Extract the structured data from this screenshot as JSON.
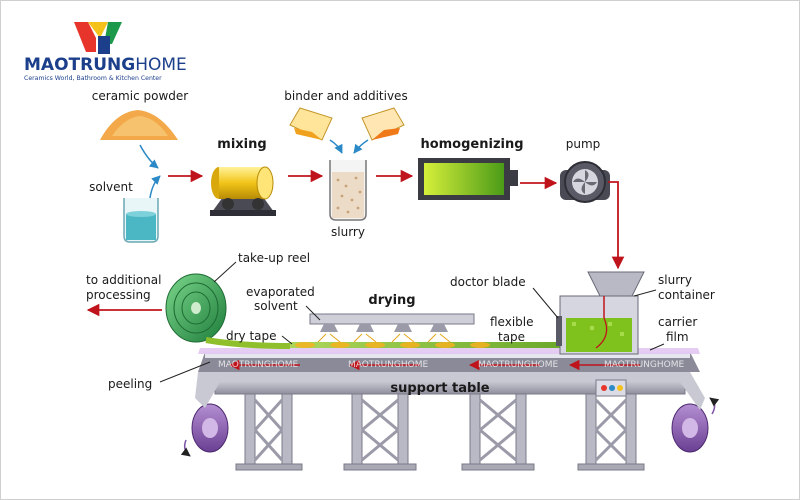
{
  "logo": {
    "brand_bold": "MAOTRUNG",
    "brand_light": "HOME",
    "tagline": "Ceramics World, Bathroom & Kitchen Center",
    "colors": [
      "#e8352b",
      "#f4c21b",
      "#1c9a4a",
      "#1c3f8c"
    ]
  },
  "labels": {
    "ceramic_powder": "ceramic powder",
    "solvent": "solvent",
    "mixing": "mixing",
    "binder": "binder and additives",
    "slurry": "slurry",
    "homogenizing": "homogenizing",
    "pump": "pump",
    "to_additional_line1": "to additional",
    "to_additional_line2": "processing",
    "take_up_reel": "take-up reel",
    "evaporated_line1": "evaporated",
    "evaporated_line2": "solvent",
    "drying": "drying",
    "doctor_blade": "doctor blade",
    "slurry_container_line1": "slurry",
    "slurry_container_line2": "container",
    "dry_tape": "dry tape",
    "flexible_line1": "flexible",
    "flexible_line2": "tape",
    "carrier_line1": "carrier",
    "carrier_line2": "film",
    "peeling": "peeling",
    "support_table": "support table"
  },
  "watermark": "MAOTRUNGHOME",
  "colors": {
    "arrow": "#c0141c",
    "frame": "#a9a9b5",
    "belt": "#7e54a6",
    "tape_green": "#8fbf2a",
    "reel_green": "#3aa653",
    "slurry_green": "#7fc21e"
  }
}
